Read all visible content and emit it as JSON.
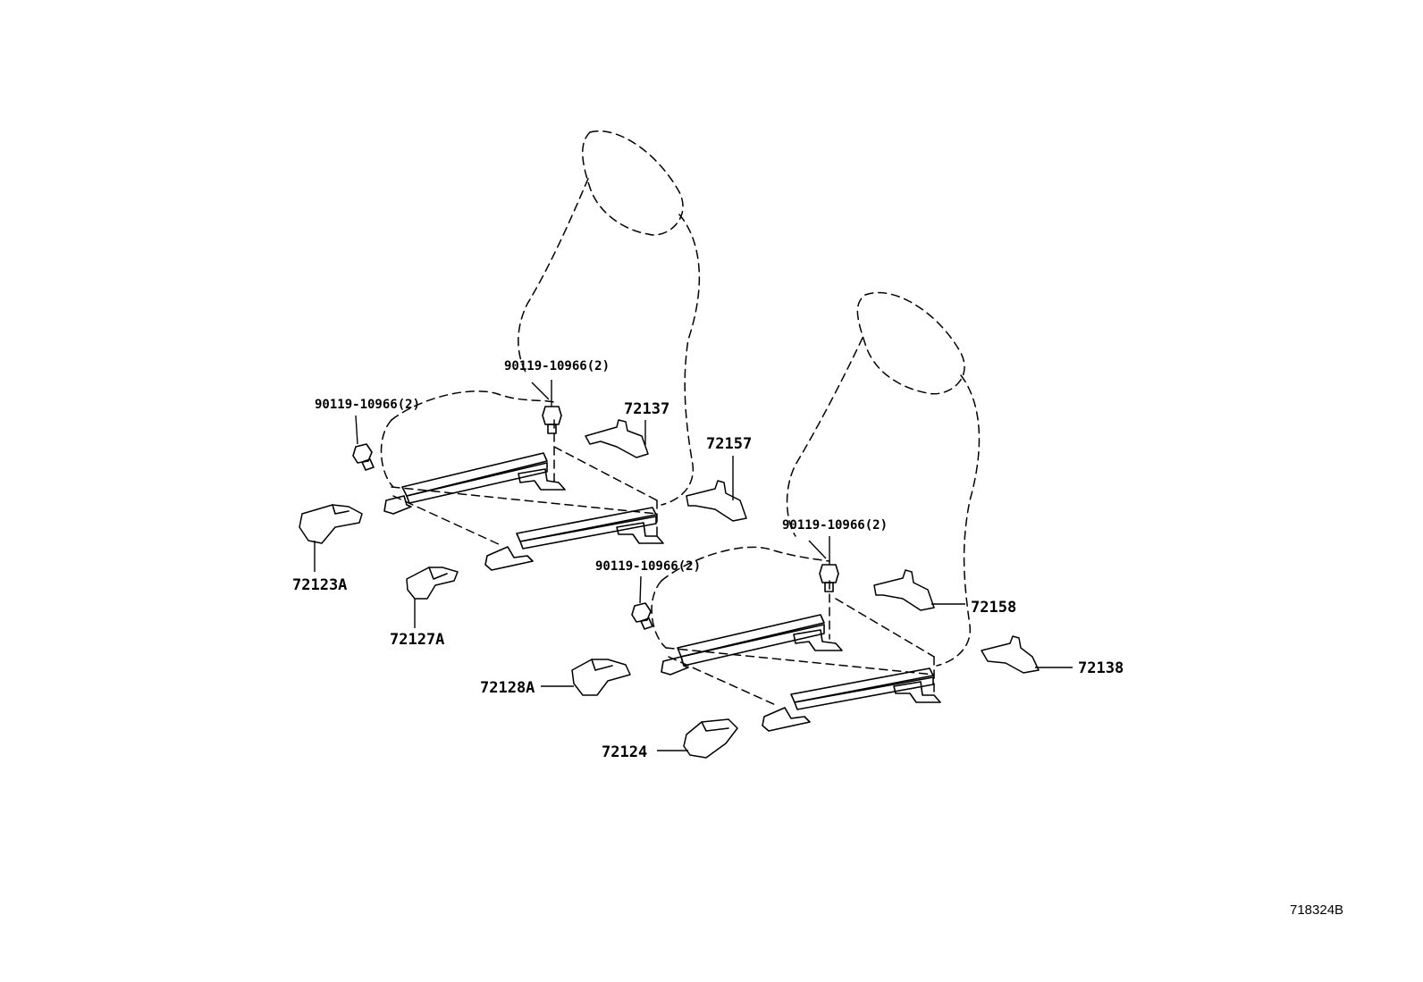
{
  "labels": {
    "bolt_left_seat_rear": "90119-10966(2)",
    "bolt_left_seat_front": "90119-10966(2)",
    "bolt_right_seat_rear": "90119-10966(2)",
    "bolt_right_seat_front": "90119-10966(2)",
    "p72137": "72137",
    "p72157": "72157",
    "p72123A": "72123A",
    "p72127A": "72127A",
    "p72158": "72158",
    "p72138": "72138",
    "p72128A": "72128A",
    "p72124": "72124"
  },
  "reference_code": "718324B"
}
